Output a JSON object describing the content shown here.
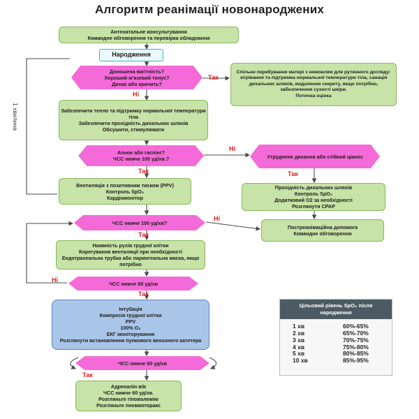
{
  "title": "Алгоритм реанімації новонароджених",
  "side_label": "1 хвилина",
  "nodes": {
    "antenatal": [
      "Антенатальне консультування",
      "Командне обговорення та перевірка обладнання"
    ],
    "birth": "Народження",
    "q_term": [
      "Доношена вагітність?",
      "Хороший м'язевий тонус?",
      "Дихає або кричить?"
    ],
    "routine": [
      "Спільне перебування матері з немовлям для рутинного догляду: зігрівання та підтримка нормальної температури тіла, санація дихальних шляхів, видалення секрету, якщо потрібно, забезпечення сухості шкіри.",
      "Поточна оцінка"
    ],
    "warmth": [
      "Забезпечити тепло та підтримку нормальної температури тіла",
      "Забезпечити прохідність дихальних шляхів",
      "Обсушити, стимулювати"
    ],
    "q_apnea": [
      "Апное або гаспінг?",
      "ЧСС нижче 100 уд/хв.?"
    ],
    "q_labored": [
      "Утруднене дихання або стійкий ціаноз"
    ],
    "ppv": [
      "Вентиляція з позитивним тиском (PPV)",
      "Контроль SpO₂",
      "Кардіомонітор"
    ],
    "airway": [
      "Прохідність дихальних шляхів",
      "Контроль SpO₂",
      "Додатковий O2 за необхідності",
      "Розглянути CPAP"
    ],
    "q_hr100": "ЧСС нижче 100 уд/хв?",
    "post": [
      "Постреанімаційна допомога",
      "Командне обговорення"
    ],
    "chest": [
      "Наявність рухів грудної клітки",
      "Корегування вентиляції при необхідності",
      "Ендотрахеальна трубка або ларингеальна маска, якщо потрібно"
    ],
    "q_hr60a": "ЧСС нижче 60 уд/хв",
    "intubation": [
      "Інтубація",
      "Компресія грудної клітки",
      "PPV",
      "100% O₂",
      "ЕКГ моніторування",
      "Розглянути встановлення пупкового венозного катетера"
    ],
    "q_hr60b": "ЧСС нижче 60 уд/хв",
    "adrenaline": [
      "Адреналін в/в",
      "ЧСС нижче 60 уд/хв.",
      "Розгляньте гіповолемію",
      "Розгляньте пневмоторакс"
    ]
  },
  "labels": {
    "yes": "Так",
    "no": "Ні"
  },
  "spo2_table": {
    "header": "Цільовий рівень SpO₂ після народження",
    "rows": [
      {
        "time": "1 хв",
        "range": "60%-65%"
      },
      {
        "time": "2 хв",
        "range": "65%-70%"
      },
      {
        "time": "3 хв",
        "range": "70%-75%"
      },
      {
        "time": "4 хв",
        "range": "75%-80%"
      },
      {
        "time": "5 хв",
        "range": "80%-85%"
      },
      {
        "time": "10 хв",
        "range": "85%-95%"
      }
    ]
  },
  "colors": {
    "node_green": "#c7e3a7",
    "decision_pink": "#f46ad8",
    "intervention_blue": "#a9c6e8",
    "no_label_red": "#d62020",
    "arrow": "#4a4a4a"
  }
}
